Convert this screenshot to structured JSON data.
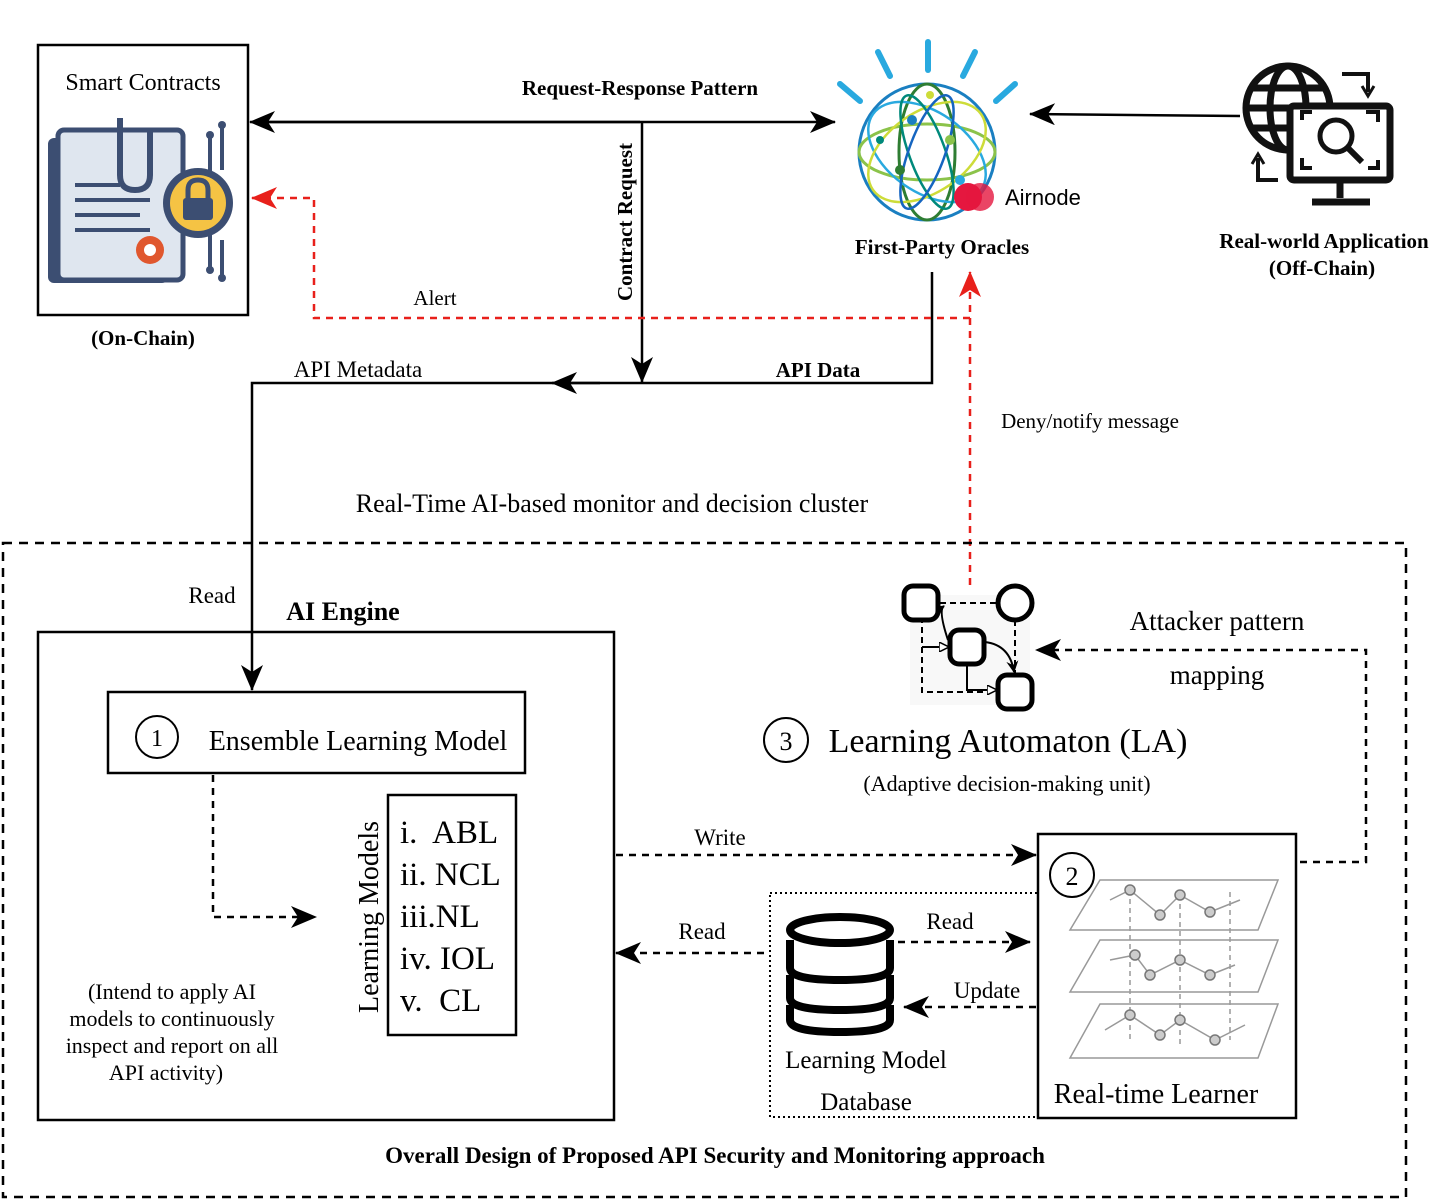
{
  "onchain": {
    "title": "Smart Contracts",
    "caption": "(On-Chain)"
  },
  "oracles": {
    "caption": "First-Party Oracles",
    "brand": "Airnode"
  },
  "realworld": {
    "line1": "Real-world Application",
    "line2": "(Off-Chain)"
  },
  "flows": {
    "request_response": "Request-Response Pattern",
    "contract_request": "Contract Request",
    "alert": "Alert",
    "api_metadata": "API Metadata",
    "api_data": "API Data",
    "deny_notify": "Deny/notify message",
    "read_top": "Read",
    "write": "Write",
    "read_db_engine": "Read",
    "read_db_learner": "Read",
    "update": "Update",
    "attacker_line1": "Attacker pattern",
    "attacker_line2": "mapping"
  },
  "cluster": {
    "title": "Real-Time AI-based monitor and decision cluster",
    "caption": "Overall Design of Proposed API Security and Monitoring approach"
  },
  "ai_engine": {
    "title": "AI Engine",
    "ensemble_num": "1",
    "ensemble_label": "Ensemble Learning Model",
    "models_title": "Learning Models",
    "models": [
      "i.  ABL",
      "ii. NCL",
      "iii.NL",
      "iv. IOL",
      "v.  CL"
    ],
    "note": [
      "(Intend to apply AI",
      "models to continuously",
      "inspect and report on all",
      "API activity)"
    ]
  },
  "automaton": {
    "num": "3",
    "title": "Learning Automaton (LA)",
    "subtitle": "(Adaptive decision-making unit)"
  },
  "learner": {
    "num": "2",
    "label": "Real-time Learner"
  },
  "database": {
    "line1": "Learning Model",
    "line2": "Database"
  },
  "colors": {
    "alert_red": "#e8201b",
    "globe_blue": "#29a9df",
    "airnode_red": "#e5173f"
  }
}
